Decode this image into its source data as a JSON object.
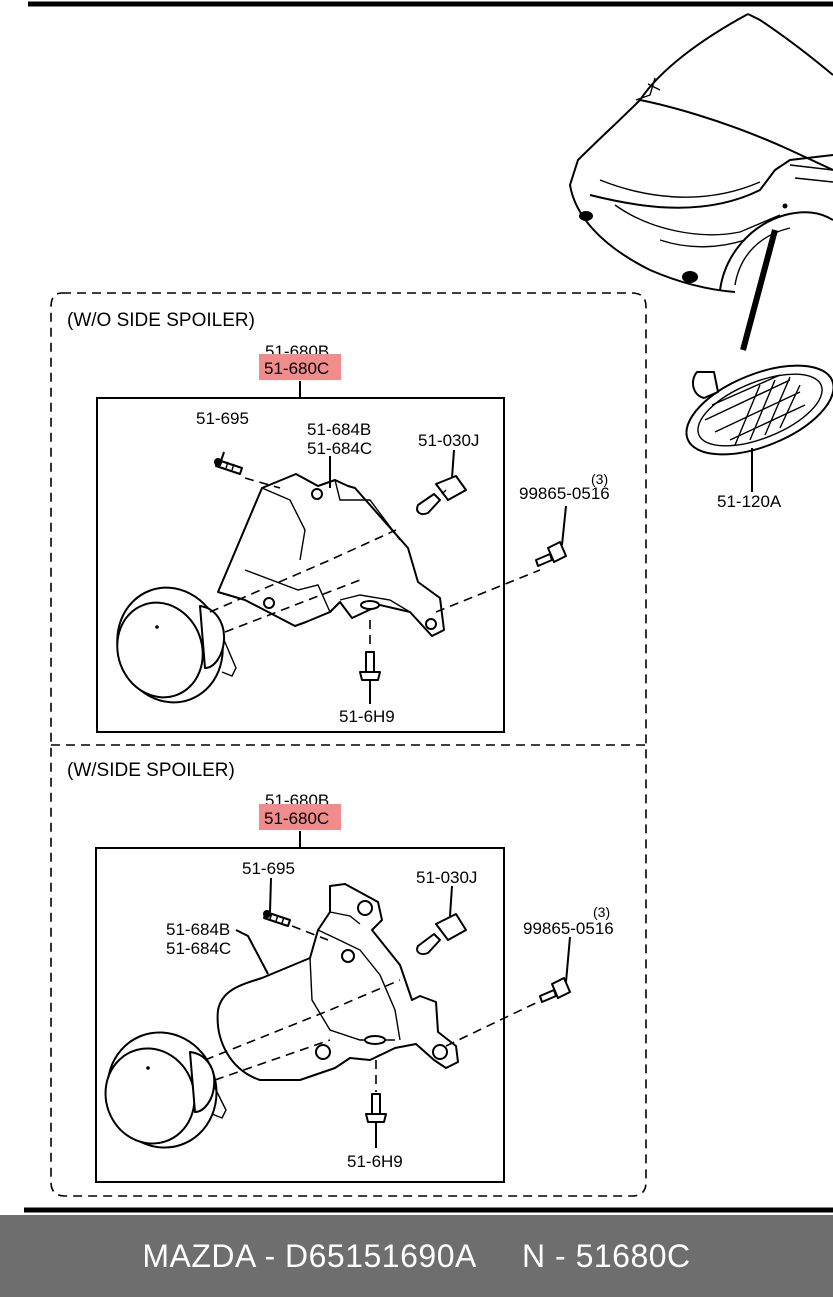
{
  "sections": [
    {
      "title": "(W/O SIDE SPOILER)",
      "assembly_part": "51-680B",
      "assembly_part_highlighted": "51-680C",
      "labels": {
        "screw": "51-695",
        "bracket_a": "51-684B",
        "bracket_b": "51-684C",
        "bulb": "51-030J",
        "bolt": "99865-0516",
        "bolt_qty": "(3)",
        "clip": "51-6H9"
      }
    },
    {
      "title": "(W/SIDE SPOILER)",
      "assembly_part": "51-680B",
      "assembly_part_highlighted": "51-680C",
      "labels": {
        "screw": "51-695",
        "bracket_a": "51-684B",
        "bracket_b": "51-684C",
        "bulb": "51-030J",
        "bolt": "99865-0516",
        "bolt_qty": "(3)",
        "clip": "51-6H9"
      }
    }
  ],
  "side_lamp_part": "51-120A",
  "highlight_color": "#f08c8c",
  "footer": {
    "brand": "MAZDA",
    "oem_number": "D65151690A",
    "ref_prefix": "N",
    "ref_number": "51680C",
    "separator": " - ",
    "text": "MAZDA - D65151690A     N - 51680C"
  }
}
